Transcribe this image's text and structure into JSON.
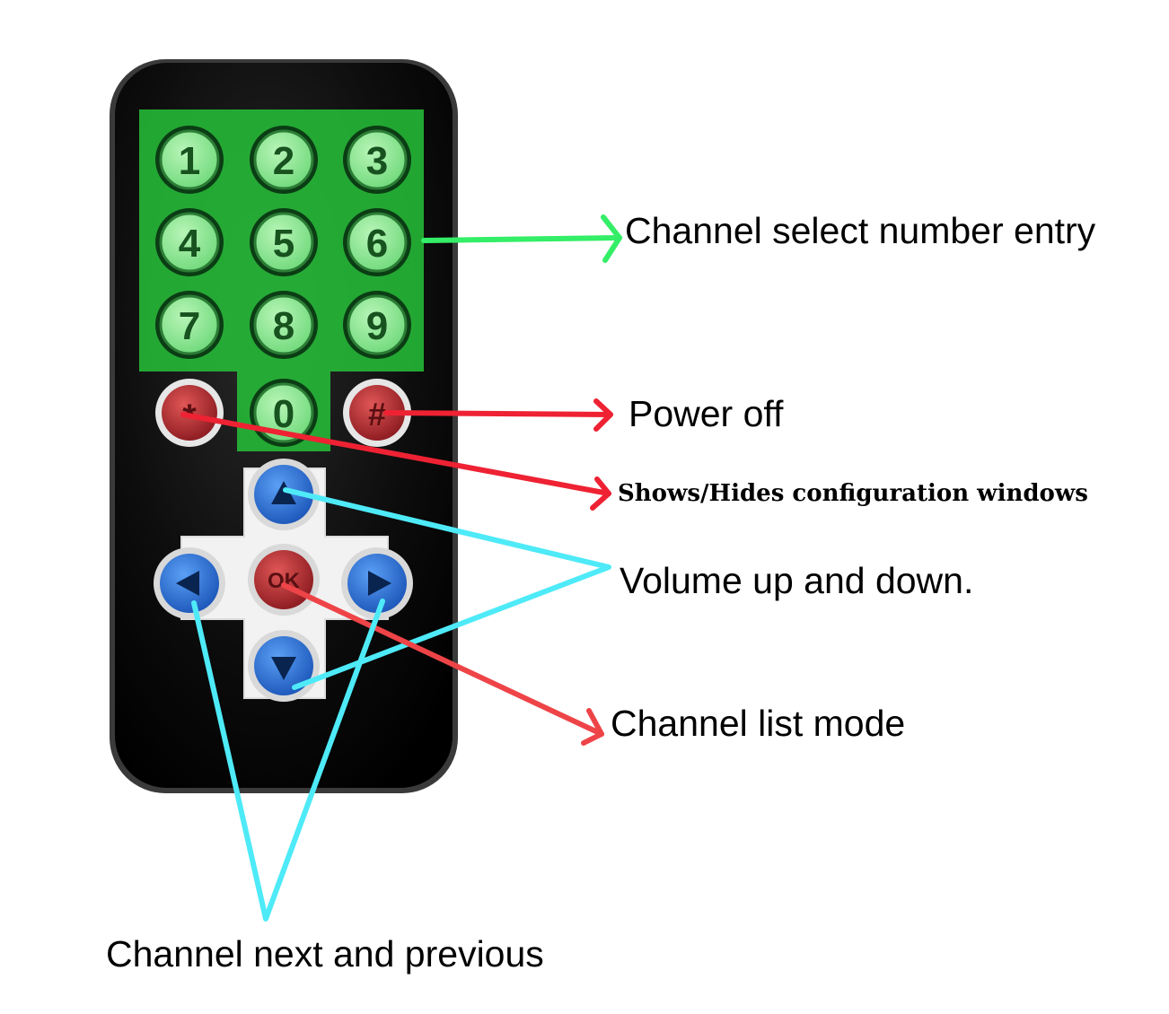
{
  "remote": {
    "number_keys": [
      "1",
      "2",
      "3",
      "4",
      "5",
      "6",
      "7",
      "8",
      "9",
      "0"
    ],
    "star_key": "*",
    "hash_key": "#",
    "ok_key": "OK"
  },
  "annotations": {
    "number_entry": "Channel select number entry",
    "power_off": "Power off",
    "config_windows": "Shows/Hides configuration windows",
    "volume": "Volume up and down.",
    "list_mode": "Channel list mode",
    "next_prev": "Channel next and previous"
  },
  "colors": {
    "highlight_green": "#27c23a",
    "arrow_green": "#33ee66",
    "arrow_red": "#ee2233",
    "arrow_cyan": "#4eeaf8",
    "key_blue": "#2a6fd6",
    "key_red": "#b3242b",
    "remote_body": "#0c0c0c"
  }
}
